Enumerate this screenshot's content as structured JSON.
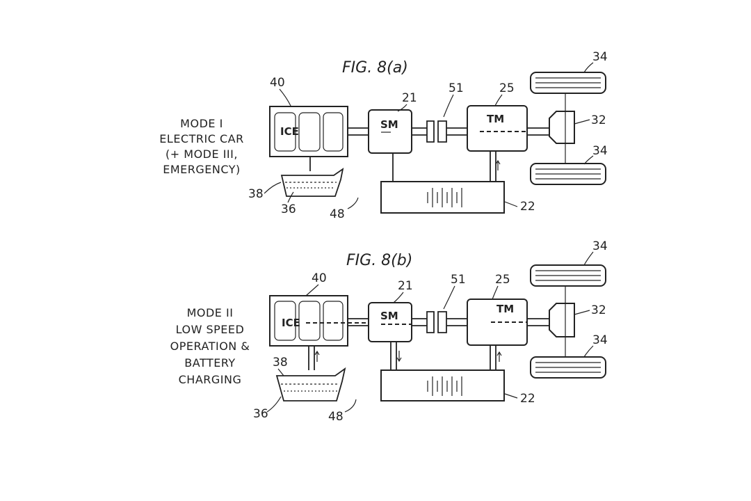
{
  "figures": [
    {
      "title": "FIG. 8(a)",
      "mode_lines": [
        "MODE I",
        "ELECTRIC CAR",
        "(+ MODE III,",
        "EMERGENCY)"
      ],
      "blocks": {
        "engine": "ICE",
        "starter_motor": "SM",
        "traction_motor": "TM"
      },
      "refs": {
        "engine": "40",
        "sm": "21",
        "clutch": "51",
        "tm": "25",
        "wheel_top": "34",
        "diff": "32",
        "wheel_bottom": "34",
        "battery": "22",
        "tank": "38",
        "fuel": "36",
        "controller": "48"
      }
    },
    {
      "title": "FIG. 8(b)",
      "mode_lines": [
        "MODE II",
        "LOW SPEED",
        "OPERATION &",
        "BATTERY",
        "CHARGING"
      ],
      "blocks": {
        "engine": "ICE",
        "starter_motor": "SM",
        "traction_motor": "TM"
      },
      "refs": {
        "engine": "40",
        "sm": "21",
        "clutch": "51",
        "tm": "25",
        "wheel_top": "34",
        "diff": "32",
        "wheel_bottom": "34",
        "battery": "22",
        "tank": "38",
        "fuel": "36",
        "controller": "48"
      }
    }
  ]
}
